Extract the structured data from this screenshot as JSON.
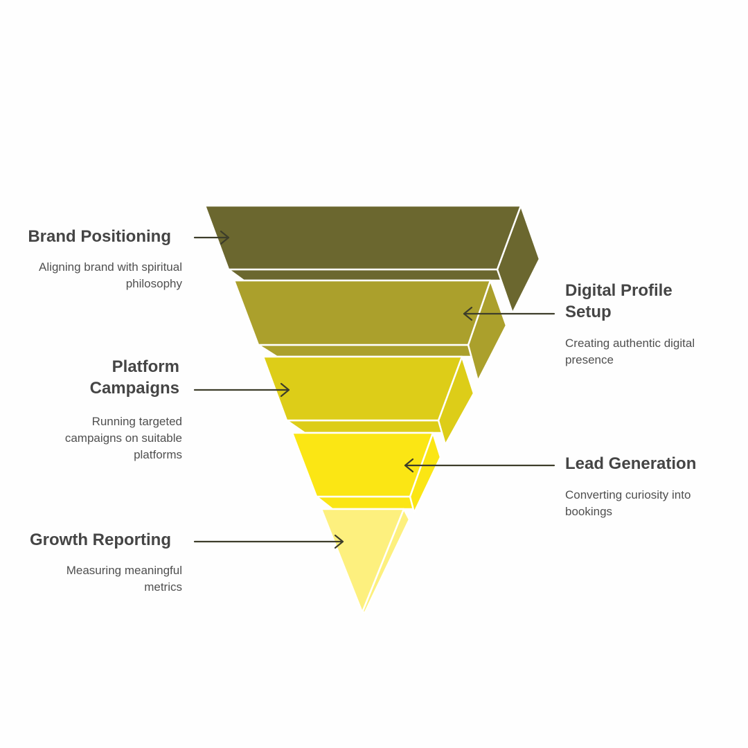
{
  "colors": {
    "stage1": "#6b672f",
    "stage2": "#aba02c",
    "stage3": "#ddcd18",
    "stage4": "#fbe614",
    "stage5": "#fdf07e",
    "arrow": "#3d3d2a"
  },
  "stages": [
    {
      "title_lines": [
        "Brand Positioning"
      ],
      "desc_lines": [
        "Aligning brand with spiritual",
        "philosophy"
      ]
    },
    {
      "title_lines": [
        "Digital Profile",
        "Setup"
      ],
      "desc_lines": [
        "Creating authentic digital",
        "presence"
      ]
    },
    {
      "title_lines": [
        "Platform",
        "Campaigns"
      ],
      "desc_lines": [
        "Running targeted",
        "campaigns on suitable",
        "platforms"
      ]
    },
    {
      "title_lines": [
        "Lead Generation"
      ],
      "desc_lines": [
        "Converting curiosity into",
        "bookings"
      ]
    },
    {
      "title_lines": [
        "Growth Reporting"
      ],
      "desc_lines": [
        "Measuring meaningful",
        "metrics"
      ]
    }
  ]
}
